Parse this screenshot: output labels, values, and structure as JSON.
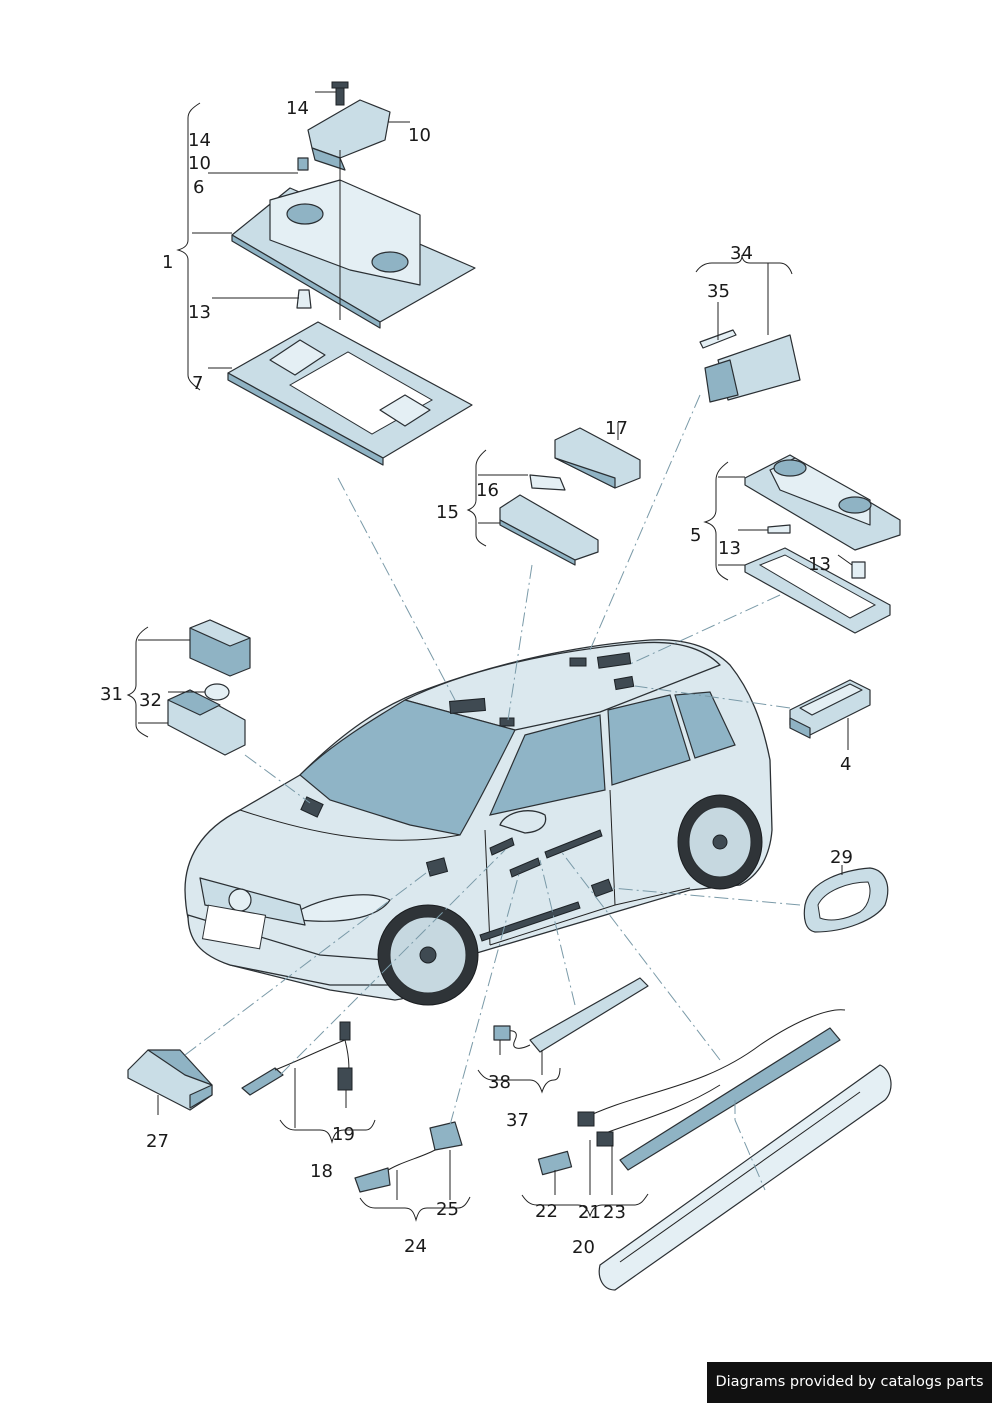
{
  "labels": {
    "l1": "1",
    "l4": "4",
    "l5": "5",
    "l6": "6",
    "l7": "7",
    "l10a": "10",
    "l10b": "10",
    "l13a": "13",
    "l13b": "13",
    "l13c": "13",
    "l14a": "14",
    "l14b": "14",
    "l15": "15",
    "l16": "16",
    "l17": "17",
    "l18": "18",
    "l19": "19",
    "l20": "20",
    "l21": "21",
    "l22": "22",
    "l23": "23",
    "l24": "24",
    "l25": "25",
    "l27": "27",
    "l29": "29",
    "l31": "31",
    "l32": "32",
    "l34": "34",
    "l35": "35",
    "l37": "37",
    "l38": "38"
  },
  "footer": {
    "text": "Diagrams provided by catalogs parts"
  }
}
